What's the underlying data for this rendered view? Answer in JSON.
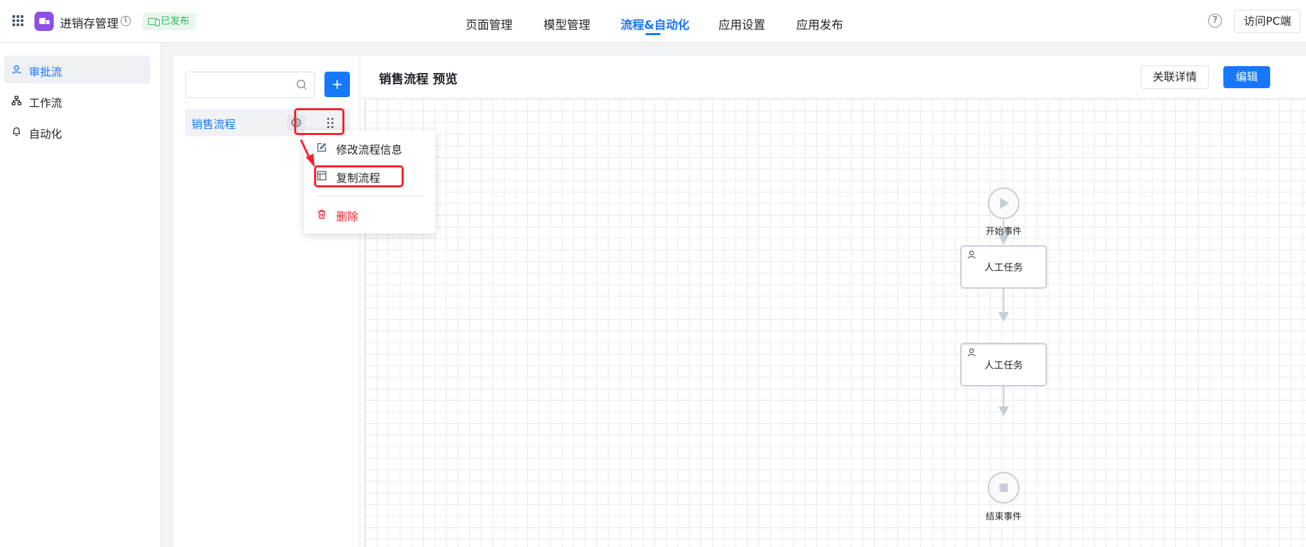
{
  "app": {
    "name": "进销存管理",
    "status": "已发布"
  },
  "nav": {
    "items": [
      {
        "label": "页面管理"
      },
      {
        "label": "模型管理"
      },
      {
        "label": "流程&自动化"
      },
      {
        "label": "应用设置"
      },
      {
        "label": "应用发布"
      }
    ],
    "active_index": 2
  },
  "header_actions": {
    "visit_label": "访问PC端"
  },
  "sidebar": {
    "items": [
      {
        "label": "审批流",
        "icon": "person-icon"
      },
      {
        "label": "工作流",
        "icon": "org-chart-icon"
      },
      {
        "label": "自动化",
        "icon": "bell-icon"
      }
    ],
    "active_index": 0
  },
  "flow_list": {
    "search_placeholder": "",
    "add_label": "+",
    "items": [
      {
        "label": "销售流程"
      }
    ]
  },
  "context_menu": {
    "items": [
      {
        "label": "修改流程信息",
        "icon": "edit-icon"
      },
      {
        "label": "复制流程",
        "icon": "copy-icon"
      },
      {
        "label": "删除",
        "icon": "trash-icon"
      }
    ]
  },
  "preview": {
    "title": "销售流程 预览",
    "detail_label": "关联详情",
    "edit_label": "编辑"
  },
  "diagram": {
    "start": "开始事件",
    "tasks": [
      "人工任务",
      "人工任务"
    ],
    "end": "结束事件"
  },
  "colors": {
    "primary": "#1677ff",
    "highlight": "#f5222d",
    "success": "#35b559",
    "logo": "#8e4ee8"
  }
}
